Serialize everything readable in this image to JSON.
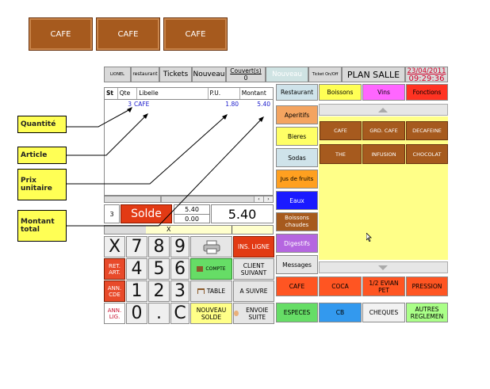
{
  "top_buttons": [
    "CAFE",
    "CAFE",
    "CAFE"
  ],
  "header": {
    "user": "LIONEL",
    "mode": "restaurant",
    "tickets": "Tickets",
    "nouveau": "Nouveau",
    "couverts_label": "Couvert(s)",
    "couverts_value": "0",
    "nouveau2": "Nouveau",
    "ticket_on_off": "Ticket On/Off",
    "plan_salle": "PLAN SALLE",
    "date": "23/04/2011",
    "time": "09:29:36"
  },
  "ticket": {
    "columns": [
      "St",
      "Qte",
      "Libelle",
      "P.U.",
      "Montant"
    ],
    "rows": [
      {
        "qte": "3",
        "libelle": "CAFE",
        "pu": "1.80",
        "montant": "5.40"
      }
    ]
  },
  "summary": {
    "count": "3",
    "solde": "Solde",
    "top": "5.40",
    "bottom": "0.00",
    "total": "5.40",
    "x": "X"
  },
  "labels": {
    "quantite": "Quantité",
    "article": "Article",
    "prix": "Prix unitaire",
    "montant": "Montant total"
  },
  "keypad": {
    "keys": [
      "X",
      "7",
      "8",
      "9",
      "4",
      "5",
      "6",
      "1",
      "2",
      "3",
      "0",
      ".",
      "C"
    ],
    "side": [
      "RET. ART.",
      "ANN. CDE",
      "ANN. LIG."
    ],
    "ins_ligne": "INS. LIGNE",
    "compte": "COMPTE",
    "client_suivant": "CLIENT SUIVANT",
    "table": "TABLE",
    "a_suivre": "A SUIVRE",
    "nouveau_solde": "NOUVEAU SOLDE",
    "envoie_suite": "ENVOIE SUITE"
  },
  "tabs": [
    "Restaurant",
    "Boissons",
    "Vins",
    "Fonctions"
  ],
  "categories": [
    "Aperitifs",
    "Bieres",
    "Sodas",
    "Jus de fruits",
    "Eaux",
    "Boissons chaudes",
    "Digestifs",
    "Messages"
  ],
  "products": [
    "CAFE",
    "GRD. CAFE",
    "DECAFEINE",
    "THE",
    "INFUSION",
    "CHOCOLAT"
  ],
  "quick": [
    "CAFE",
    "COCA",
    "1/2 EVIAN PET",
    "PRESSION"
  ],
  "payments": [
    "ESPECES",
    "CB",
    "CHEQUES",
    "AUTRES REGLEMEN"
  ],
  "colors": {
    "brown": "#a65a1e",
    "yellow": "#ffff88",
    "red": "#e23a14"
  }
}
